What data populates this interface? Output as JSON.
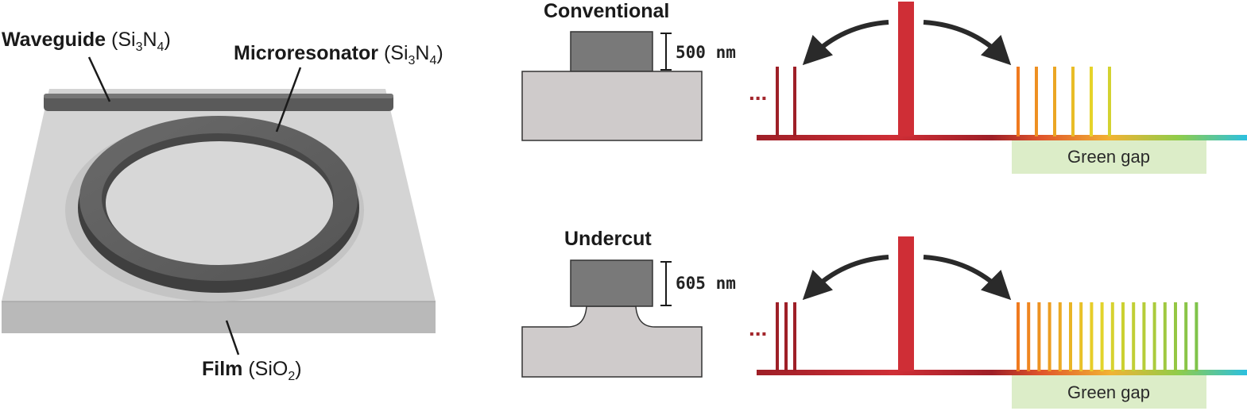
{
  "left_panel": {
    "waveguide": {
      "name": "Waveguide",
      "formula_open": "(Si",
      "sub1": "3",
      "mid": "N",
      "sub2": "4",
      "formula_close": ")"
    },
    "microresonator": {
      "name": "Microresonator",
      "formula_open": "(Si",
      "sub1": "3",
      "mid": "N",
      "sub2": "4",
      "formula_close": ")"
    },
    "film": {
      "name": "Film",
      "formula_open": "(SiO",
      "sub1": "2",
      "formula_close": ")"
    }
  },
  "conventional": {
    "title": "Conventional",
    "thickness": "500 nm",
    "dots": "...",
    "gap_label": "Green gap",
    "left_lines": 2,
    "right_lines": 6
  },
  "undercut": {
    "title": "Undercut",
    "thickness": "605 nm",
    "dots": "...",
    "gap_label": "Green gap",
    "left_lines": 3,
    "right_lines": 18
  },
  "colors": {
    "pump_red": "#cf2e36",
    "dark_red": "#9e1f27",
    "orange": "#f07a1f",
    "yellow": "#e6d52a",
    "green": "#7fc34a",
    "cyan": "#2cc0e0",
    "green_gap_fill": "#dcedc8",
    "film_light": "#d3d3d3",
    "film_side": "#b7b7b7",
    "ring_dark": "#5c5c5c",
    "block_dark": "#7a7a7a",
    "substrate": "#cfcbcb"
  }
}
